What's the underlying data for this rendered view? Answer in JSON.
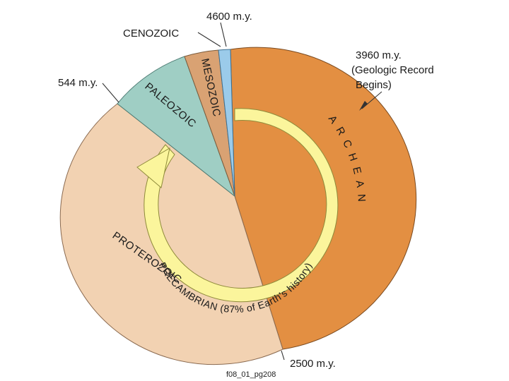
{
  "chart_data": {
    "type": "pie",
    "title": "",
    "slices": [
      {
        "name": "ARCHEAN",
        "color": "#E38F42"
      },
      {
        "name": "PROTEROZOIC",
        "color": "#F2D2B2"
      },
      {
        "name": "PALEOZOIC",
        "color": "#9FCEC4"
      },
      {
        "name": "MESOZOIC",
        "color": "#D9A273"
      },
      {
        "name": "CENOZOIC",
        "color": "#9BCBEA"
      }
    ],
    "time_labels": {
      "start": "4600 m.y.",
      "record": "3960 m.y.",
      "record_line2": "(Geologic Record",
      "record_line3": "Begins)",
      "proterozoic_start": "2500 m.y.",
      "paleozoic_start": "544 m.y."
    },
    "precambrian_label": "PRECAMBRIAN (87% of Earth's history)",
    "precambrian_color": "#FBF59C",
    "caption": "f08_01_pg208"
  }
}
